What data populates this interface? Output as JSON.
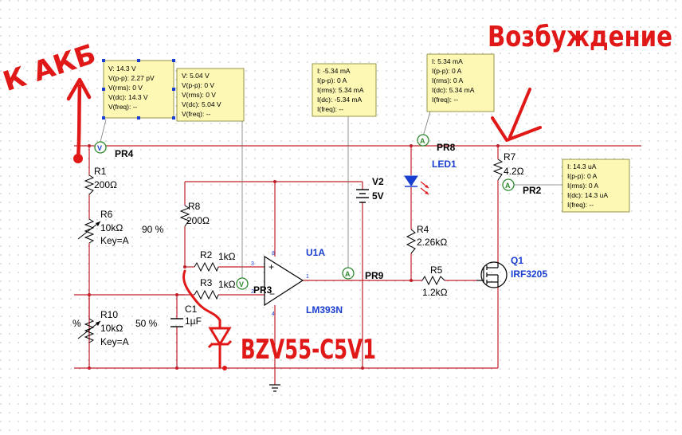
{
  "probes": [
    {
      "lines": [
        "V: 14.3 V",
        "V(p-p): 2.27 pV",
        "V(rms): 0 V",
        "V(dc): 14.3 V",
        "V(freq): --"
      ]
    },
    {
      "lines": [
        "V: 5.04 V",
        "V(p-p): 0 V",
        "V(rms): 0 V",
        "V(dc): 5.04 V",
        "V(freq): --"
      ]
    },
    {
      "lines": [
        "I: -5.34 mA",
        "I(p-p): 0 A",
        "I(rms): 5.34 mA",
        "I(dc): -5.34 mA",
        "I(freq): --"
      ]
    },
    {
      "lines": [
        "I: 5.34 mA",
        "I(p-p): 0 A",
        "I(rms): 0 A",
        "I(dc): 5.34 mA",
        "I(freq): --"
      ]
    },
    {
      "lines": [
        "I: 14.3 uA",
        "I(p-p): 0 A",
        "I(rms): 0 A",
        "I(dc): 14.3 uA",
        "I(freq): --"
      ]
    }
  ],
  "labels": {
    "pr4": "PR4",
    "pr8": "PR8",
    "pr2": "PR2",
    "pr9": "PR9",
    "pr3": "PR3",
    "r1": "R1",
    "r1v": "200Ω",
    "r6": "R6",
    "r6v": "10kΩ",
    "r6k": "Key=A",
    "r6p": "90 %",
    "r8": "R8",
    "r8v": "200Ω",
    "r2": "R2",
    "r2v": "1kΩ",
    "r3": "R3",
    "r3v": "1kΩ",
    "c1": "C1",
    "c1v": "1µF",
    "r10": "R10",
    "r10v": "10kΩ",
    "r10k": "Key=A",
    "r10p": "50 %",
    "v2": "V2",
    "v2v": "5V",
    "u1a": "U1A",
    "lm": "LM393N",
    "led1": "LED1",
    "r4": "R4",
    "r4v": "2.26kΩ",
    "r5": "R5",
    "r5v": "1.2kΩ",
    "r7": "R7",
    "r7v": "4.2Ω",
    "q1": "Q1",
    "q1v": "IRF3205",
    "pct": "%"
  },
  "annotations": {
    "left": "К АКБ",
    "right": "Возбуждение",
    "zener": "BZV55-C5V1"
  },
  "colors": {
    "wire": "#c0202a",
    "probe_bg": "#fdf8b4",
    "probe_border": "#7d7d2a",
    "ink": "#e01818",
    "blue": "#1a3fd0",
    "meter": "#2d8a2d"
  }
}
